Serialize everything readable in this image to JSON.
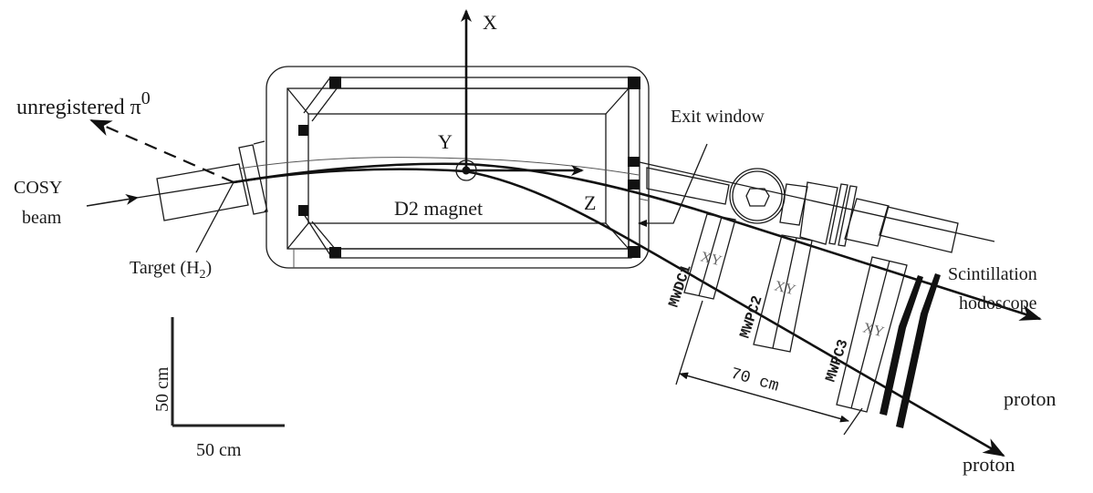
{
  "labels": {
    "pi0_text": "unregistered π",
    "pi0_sup": "0",
    "cosy": "COSY",
    "beam": "beam",
    "target_prefix": "Target (H",
    "target_sub": "2",
    "target_suffix": ")",
    "axis_x": "X",
    "axis_y": "Y",
    "axis_z": "Z",
    "magnet": "D2 magnet",
    "exit_window": "Exit window",
    "mwdc1": "MWDC1",
    "mwpc2": "MWPC2",
    "mwpc3": "MWPC3",
    "xy1": "XY",
    "xy2": "XY",
    "xy3": "XY",
    "distance": "70 cm",
    "scint1": "Scintillation",
    "scint2": "hodoscope",
    "proton1": "proton",
    "proton2": "proton",
    "scale_v": "50 cm",
    "scale_h": "50 cm"
  },
  "colors": {
    "ink": "#1a1a1a",
    "background": "#ffffff"
  }
}
